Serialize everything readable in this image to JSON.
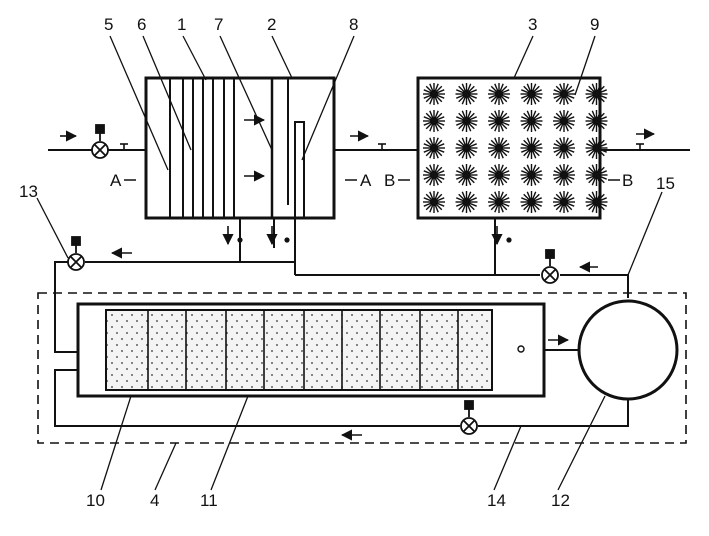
{
  "diagram": {
    "callouts": {
      "n5": "5",
      "n6": "6",
      "n1": "1",
      "n7": "7",
      "n2": "2",
      "n8": "8",
      "n3": "3",
      "n9": "9",
      "n13": "13",
      "n15": "15",
      "n10": "10",
      "n4": "4",
      "n11": "11",
      "n14": "14",
      "n12": "12"
    },
    "section_marks": {
      "a_left": "A",
      "a_right": "A",
      "b_left": "B",
      "b_right": "B"
    },
    "icons": {
      "valve": "valve-crossed-circle-icon",
      "actuator": "valve-actuator-square-icon",
      "fiber_brush": "fiber-brush-icon",
      "flow_arrow": "flow-arrow-icon"
    },
    "colors": {
      "line": "#111111",
      "media_fill": "#f2f2f2"
    },
    "fiber_brush_grid": {
      "rows": 5,
      "cols": 6
    },
    "media_cells": 10
  }
}
